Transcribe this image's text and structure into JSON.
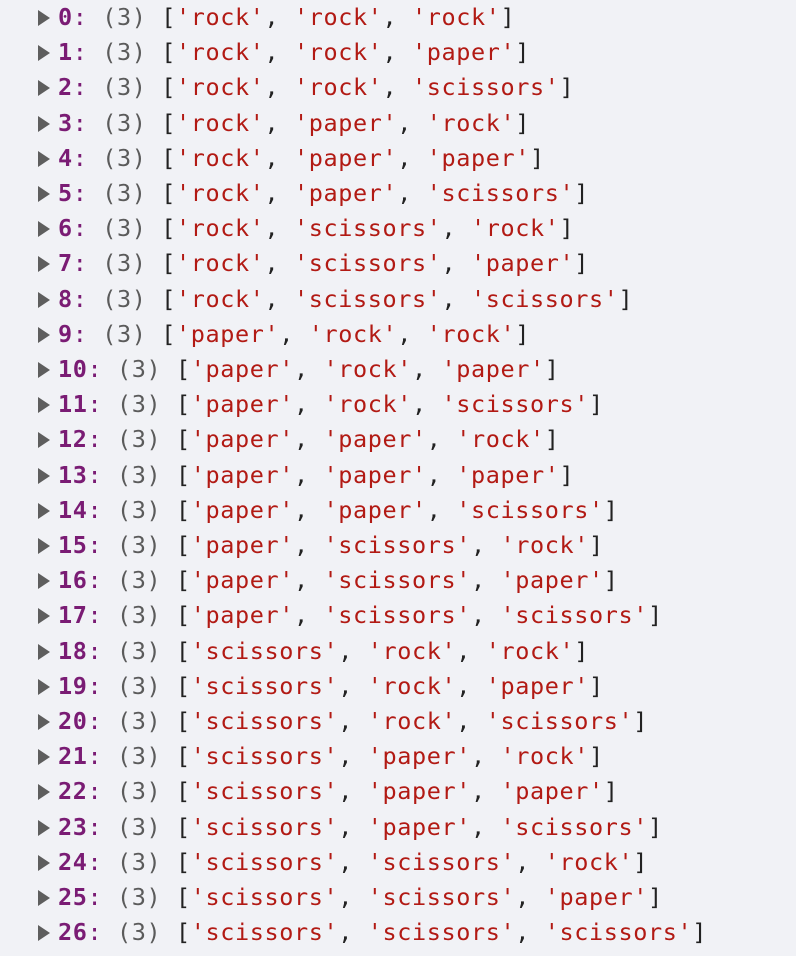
{
  "entries": [
    {
      "index": "0",
      "length": "(3)",
      "items": [
        "rock",
        "rock",
        "rock"
      ]
    },
    {
      "index": "1",
      "length": "(3)",
      "items": [
        "rock",
        "rock",
        "paper"
      ]
    },
    {
      "index": "2",
      "length": "(3)",
      "items": [
        "rock",
        "rock",
        "scissors"
      ]
    },
    {
      "index": "3",
      "length": "(3)",
      "items": [
        "rock",
        "paper",
        "rock"
      ]
    },
    {
      "index": "4",
      "length": "(3)",
      "items": [
        "rock",
        "paper",
        "paper"
      ]
    },
    {
      "index": "5",
      "length": "(3)",
      "items": [
        "rock",
        "paper",
        "scissors"
      ]
    },
    {
      "index": "6",
      "length": "(3)",
      "items": [
        "rock",
        "scissors",
        "rock"
      ]
    },
    {
      "index": "7",
      "length": "(3)",
      "items": [
        "rock",
        "scissors",
        "paper"
      ]
    },
    {
      "index": "8",
      "length": "(3)",
      "items": [
        "rock",
        "scissors",
        "scissors"
      ]
    },
    {
      "index": "9",
      "length": "(3)",
      "items": [
        "paper",
        "rock",
        "rock"
      ]
    },
    {
      "index": "10",
      "length": "(3)",
      "items": [
        "paper",
        "rock",
        "paper"
      ]
    },
    {
      "index": "11",
      "length": "(3)",
      "items": [
        "paper",
        "rock",
        "scissors"
      ]
    },
    {
      "index": "12",
      "length": "(3)",
      "items": [
        "paper",
        "paper",
        "rock"
      ]
    },
    {
      "index": "13",
      "length": "(3)",
      "items": [
        "paper",
        "paper",
        "paper"
      ]
    },
    {
      "index": "14",
      "length": "(3)",
      "items": [
        "paper",
        "paper",
        "scissors"
      ]
    },
    {
      "index": "15",
      "length": "(3)",
      "items": [
        "paper",
        "scissors",
        "rock"
      ]
    },
    {
      "index": "16",
      "length": "(3)",
      "items": [
        "paper",
        "scissors",
        "paper"
      ]
    },
    {
      "index": "17",
      "length": "(3)",
      "items": [
        "paper",
        "scissors",
        "scissors"
      ]
    },
    {
      "index": "18",
      "length": "(3)",
      "items": [
        "scissors",
        "rock",
        "rock"
      ]
    },
    {
      "index": "19",
      "length": "(3)",
      "items": [
        "scissors",
        "rock",
        "paper"
      ]
    },
    {
      "index": "20",
      "length": "(3)",
      "items": [
        "scissors",
        "rock",
        "scissors"
      ]
    },
    {
      "index": "21",
      "length": "(3)",
      "items": [
        "scissors",
        "paper",
        "rock"
      ]
    },
    {
      "index": "22",
      "length": "(3)",
      "items": [
        "scissors",
        "paper",
        "paper"
      ]
    },
    {
      "index": "23",
      "length": "(3)",
      "items": [
        "scissors",
        "paper",
        "scissors"
      ]
    },
    {
      "index": "24",
      "length": "(3)",
      "items": [
        "scissors",
        "scissors",
        "rock"
      ]
    },
    {
      "index": "25",
      "length": "(3)",
      "items": [
        "scissors",
        "scissors",
        "paper"
      ]
    },
    {
      "index": "26",
      "length": "(3)",
      "items": [
        "scissors",
        "scissors",
        "scissors"
      ]
    }
  ],
  "colors": {
    "background": "#f1f2f6",
    "index": "#7a1c74",
    "string": "#b21a14",
    "length": "#5b5b5b",
    "punctuation": "#222222",
    "arrow": "#5e5e5e"
  },
  "icons": {
    "expand": "expand-triangle-icon"
  }
}
